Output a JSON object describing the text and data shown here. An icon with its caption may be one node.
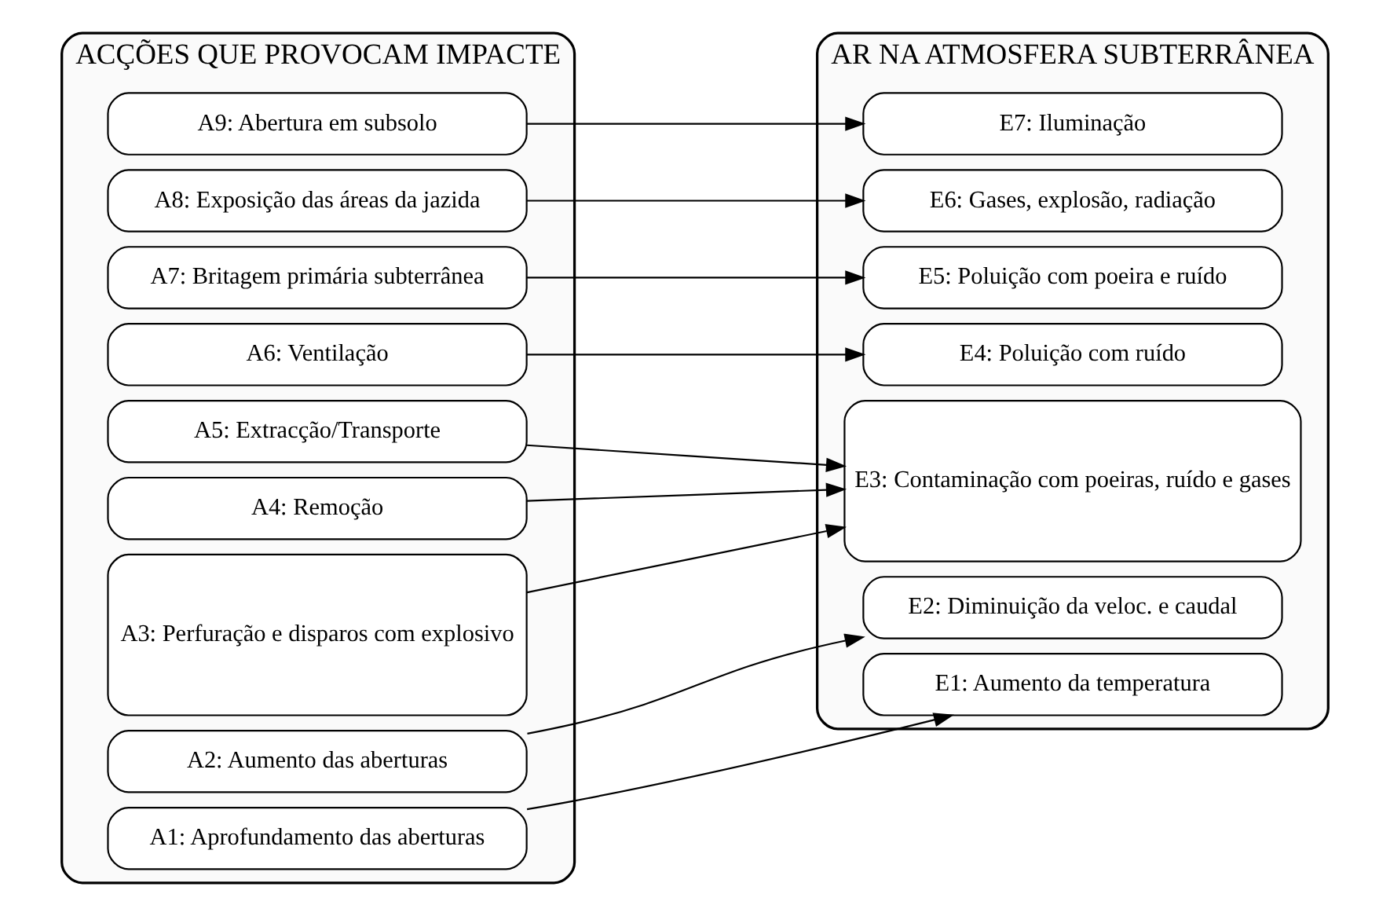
{
  "diagram": {
    "nodes": [
      {
        "text": [
          "ACÇÕES QUE PROVOCAM IMPACTE"
        ]
      },
      {
        "text": [
          "A1: Aprofundamento das aberturas"
        ],
        "in": 0
      },
      {
        "text": [
          "A2: Aumento das aberturas"
        ],
        "in": 0
      },
      {
        "text": [
          "A3: Perfuração e disparos com explosivo"
        ],
        "in": 0
      },
      {
        "text": [
          "A4: Remoção"
        ],
        "in": 0
      },
      {
        "text": [
          "A5: Extracção/Transporte"
        ],
        "in": 0
      },
      {
        "text": [
          "A6: Ventilação"
        ],
        "in": 0
      },
      {
        "text": [
          "A7: Britagem primária subterrânea"
        ],
        "in": 0
      },
      {
        "text": [
          "A8: Exposição das áreas da jazida"
        ],
        "in": 0
      },
      {
        "text": [
          "A9: Abertura em subsolo"
        ],
        "in": 0
      },
      {
        "text": [
          "AR NA ATMOSFERA SUBTERRÂNEA"
        ]
      },
      {
        "text": [
          "E1: Aumento da temperatura"
        ],
        "in": 10
      },
      {
        "text": [
          "E2: Diminuição da veloc. e caudal"
        ],
        "in": 10
      },
      {
        "text": [
          "E3: Contaminação com poeiras, ruído e gases"
        ],
        "in": 10
      },
      {
        "text": [
          "E4: Poluição com ruído"
        ],
        "in": 10
      },
      {
        "text": [
          "E5: Poluição com poeira e ruído"
        ],
        "in": 10
      },
      {
        "text": [
          "E6: Gases, explosão, radiação"
        ],
        "in": 10
      },
      {
        "text": [
          "E7: Iluminação"
        ],
        "in": 10
      }
    ],
    "edges": [
      {
        "from": 1,
        "to": 11,
        "arrow": "to"
      },
      {
        "from": 2,
        "to": 12,
        "arrow": "to"
      },
      {
        "from": 3,
        "to": 13,
        "arrow": "to"
      },
      {
        "from": 4,
        "to": 13,
        "arrow": "to"
      },
      {
        "from": 5,
        "to": 13,
        "arrow": "to"
      },
      {
        "from": 6,
        "to": 14,
        "arrow": "to"
      },
      {
        "from": 7,
        "to": 15,
        "arrow": "to"
      },
      {
        "from": 8,
        "to": 16,
        "arrow": "to"
      },
      {
        "from": 9,
        "to": 17,
        "arrow": "to"
      }
    ]
  }
}
